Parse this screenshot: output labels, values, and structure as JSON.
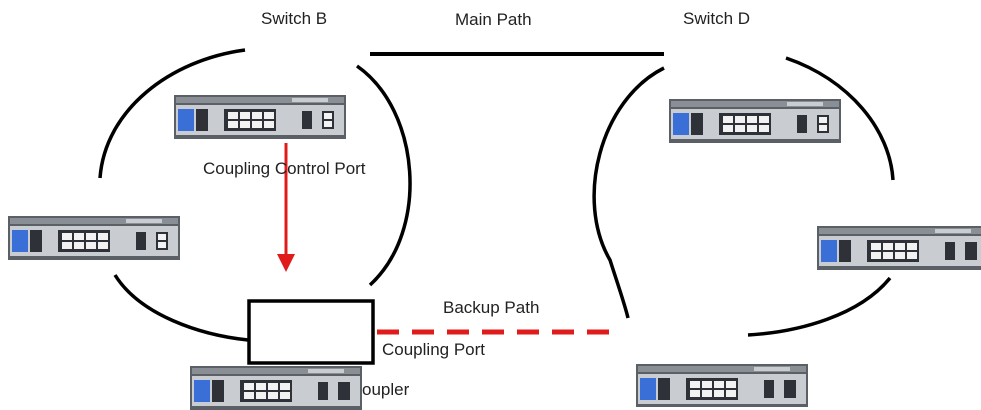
{
  "labels": {
    "switch_b": "Switch B",
    "switch_d": "Switch D",
    "main_path": "Main Path",
    "coupling_control_port": "Coupling Control Port",
    "backup_path": "Backup Path",
    "coupling_port": "Coupling Port",
    "coupler": "oupler"
  },
  "colors": {
    "ring_line": "#000000",
    "control_arrow": "#e01b1b",
    "backup_path": "#e01b1b",
    "switch_body": "#5b5f66",
    "switch_face": "#c9ccd1",
    "port_panel": "#2e3238",
    "led_blue": "#3a6fd8"
  },
  "icons": {
    "switch": "ethernet-switch-icon"
  }
}
